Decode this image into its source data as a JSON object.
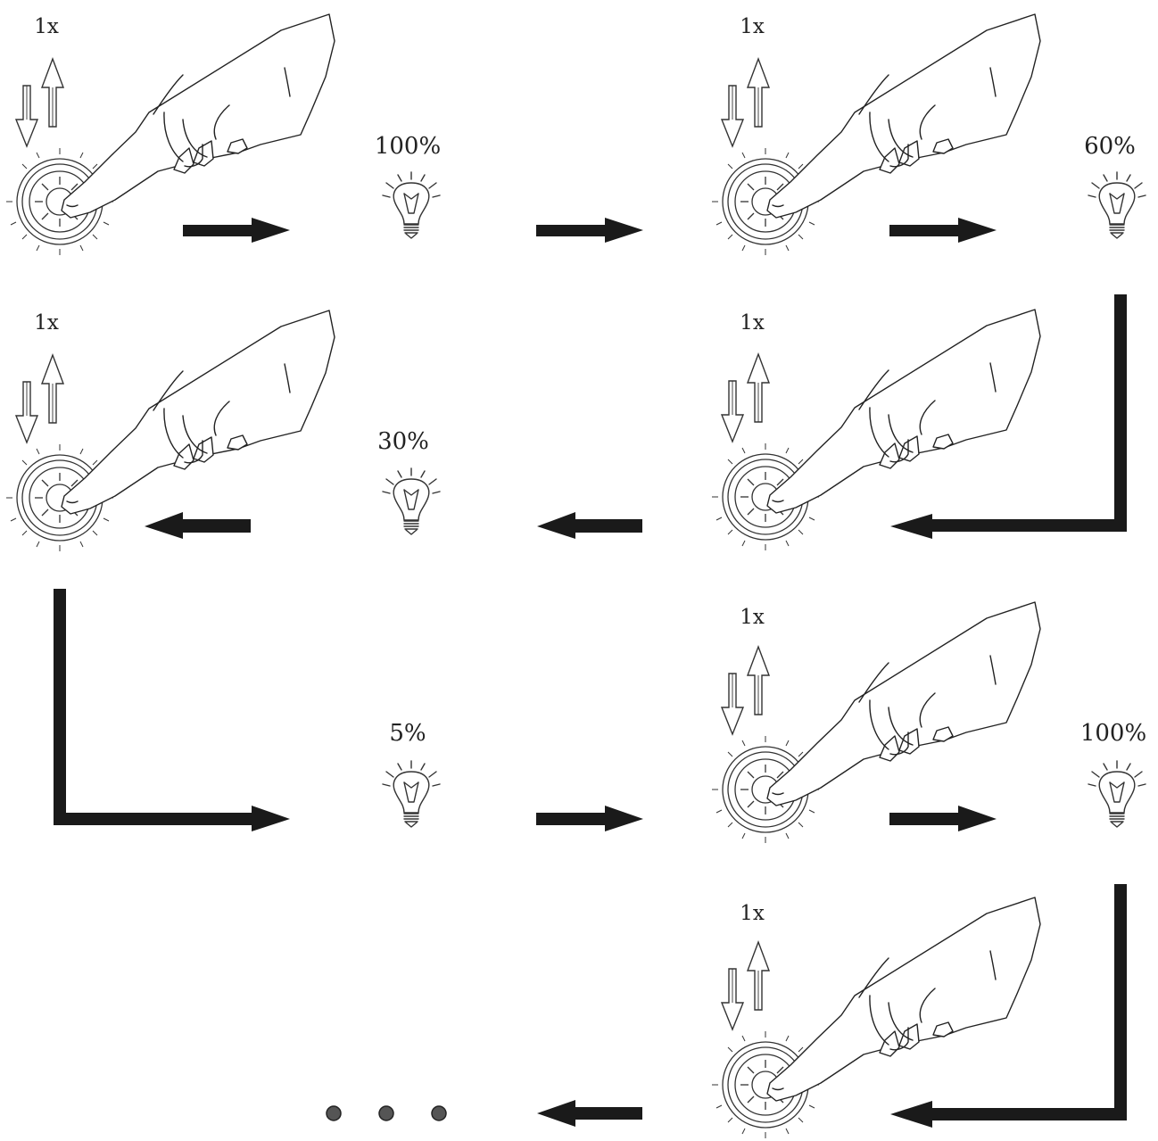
{
  "steps": [
    {
      "press_count": "1x",
      "brightness": "100%"
    },
    {
      "press_count": "1x",
      "brightness": "60%"
    },
    {
      "press_count": "1x",
      "brightness": "30%"
    },
    {
      "press_count": "1x",
      "brightness": "5%"
    },
    {
      "press_count": "1x",
      "brightness": "100%"
    },
    {
      "press_count": "1x"
    }
  ],
  "colors": {
    "line": "#1a1a1a",
    "arrow": "#1a1a1a",
    "dot": "#555555"
  },
  "icons": [
    "hand-pressing-icon",
    "dimmer-knob-icon",
    "press-arrows-icon",
    "light-bulb-icon",
    "flow-arrow",
    "continuation-dots"
  ]
}
